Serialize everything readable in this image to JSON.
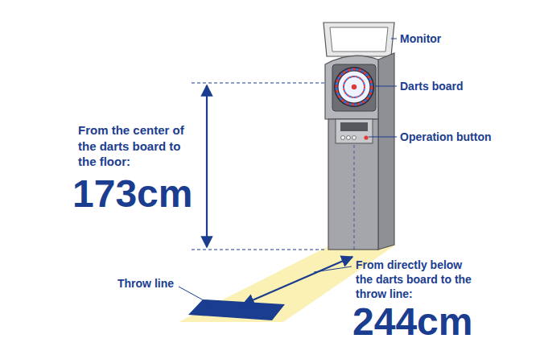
{
  "diagram": {
    "labels": [
      "Monitor",
      "Darts board",
      "Operation button",
      "From the center of the darts board to the floor:",
      "173cm",
      "From directly below the darts board to the throw line:",
      "244cm",
      "Throw line"
    ]
  }
}
